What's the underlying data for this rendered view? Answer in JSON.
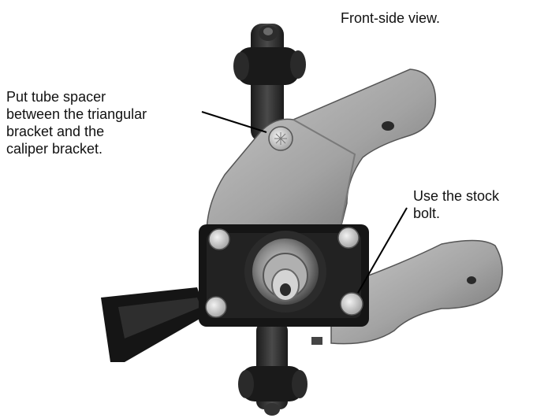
{
  "view_title": "Front-side view.",
  "notes": {
    "spacer": "Put tube spacer\nbetween the triangular\nbracket and the\ncaliper bracket.",
    "bolt": "Use the stock\nbolt."
  },
  "colors": {
    "metal_light": "#bdbdbd",
    "metal_mid": "#8e8e8e",
    "metal_dark": "#3a3a3a",
    "black": "#141414"
  }
}
